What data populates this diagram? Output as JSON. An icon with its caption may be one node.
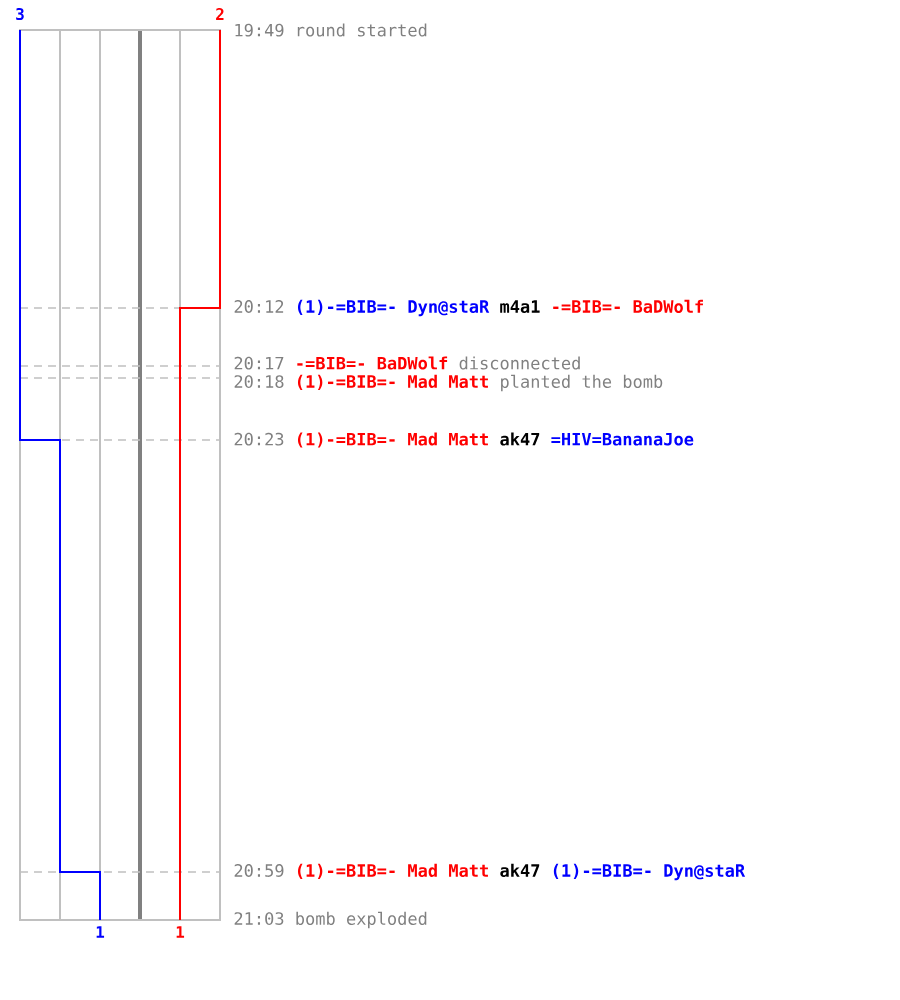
{
  "diagram": {
    "labels": [
      "3",
      "2",
      "19:49",
      "round started",
      "20:12",
      "(1)-=BIB=- Dyn@staR",
      "m4a1",
      "-=BIB=- BaDWolf",
      "20:17",
      "-=BIB=- BaDWolf",
      "disconnected",
      "20:18",
      "(1)-=BIB=- Mad Matt",
      "planted the bomb",
      "20:23",
      "(1)-=BIB=- Mad Matt",
      "ak47",
      "=HIV=BananaJoe",
      "20:59",
      "(1)-=BIB=- Mad Matt",
      "ak47",
      "(1)-=BIB=- Dyn@staR",
      "21:03",
      "bomb exploded",
      "1",
      "1"
    ]
  }
}
